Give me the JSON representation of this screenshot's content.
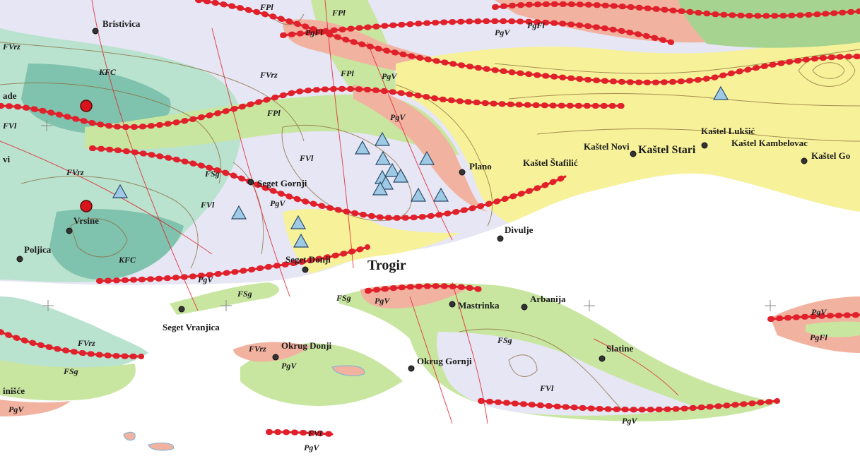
{
  "colors": {
    "sea": "#ffffff",
    "unit_light": "#e6e6f4",
    "unit_teal": "#b9e2cf",
    "unit_teal_dark": "#7fc2ad",
    "unit_green": "#c8e6a0",
    "unit_salmon": "#f2b2a0",
    "unit_yellow": "#f7f29a",
    "unit_greenish": "#a6d490",
    "fault": "#e0202a",
    "contour": "#8a6a3a",
    "settlement": "#333333",
    "triangle_fill": "#9ecae6",
    "red_dot": "#d8141c"
  },
  "places": [
    {
      "id": "bristivica",
      "name": "Bristivica",
      "size": "sm"
    },
    {
      "id": "plano",
      "name": "Plano",
      "size": "sm"
    },
    {
      "id": "kastel-novi",
      "name": "Kaštel Novi",
      "size": "sm"
    },
    {
      "id": "kastel-stari",
      "name": "Kaštel Stari",
      "size": "med"
    },
    {
      "id": "kastel-luksic",
      "name": "Kaštel Lukšić",
      "size": "sm"
    },
    {
      "id": "kastel-kambelovac",
      "name": "Kaštel Kambelovac",
      "size": "sm"
    },
    {
      "id": "kastel-go",
      "name": "Kaštel Go",
      "size": "sm"
    },
    {
      "id": "kastel-stafilic",
      "name": "Kaštel Štafilić",
      "size": "sm"
    },
    {
      "id": "seget-gornji",
      "name": "Seget Gornji",
      "size": "sm"
    },
    {
      "id": "vrsine",
      "name": "Vrsine",
      "size": "sm"
    },
    {
      "id": "poljica",
      "name": "Poljica",
      "size": "sm"
    },
    {
      "id": "seget-donji",
      "name": "Seget Donji",
      "size": "sm"
    },
    {
      "id": "trogir",
      "name": "Trogir",
      "size": "big"
    },
    {
      "id": "divulje",
      "name": "Divulje",
      "size": "sm"
    },
    {
      "id": "mastrinka",
      "name": "Mastrinka",
      "size": "sm"
    },
    {
      "id": "arbanija",
      "name": "Arbanija",
      "size": "sm"
    },
    {
      "id": "seget-vranjica",
      "name": "Seget Vranjica",
      "size": "sm"
    },
    {
      "id": "okrug-donji",
      "name": "Okrug Donji",
      "size": "sm"
    },
    {
      "id": "okrug-gornji",
      "name": "Okrug Gornji",
      "size": "sm"
    },
    {
      "id": "slatine",
      "name": "Slatine",
      "size": "sm"
    },
    {
      "id": "ade",
      "name": "ade",
      "size": "sm"
    },
    {
      "id": "vi",
      "name": "vi",
      "size": "sm"
    },
    {
      "id": "inisce",
      "name": "inišće",
      "size": "sm"
    }
  ],
  "units": {
    "fpl": "FPl",
    "pgfl": "PgFl",
    "pgv": "PgV",
    "fvrz": "FVrz",
    "kfc": "KFC",
    "fvl": "FVl",
    "fsg": "FSg"
  }
}
